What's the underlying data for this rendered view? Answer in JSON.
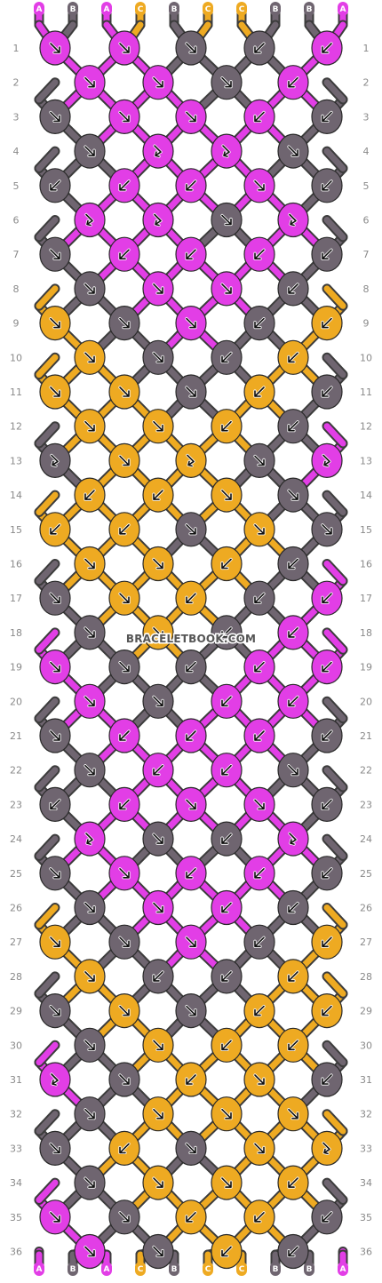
{
  "brand": "BRACELETBOOK.COM",
  "colors": {
    "A": "#e23ee6",
    "B": "#6f6570",
    "C": "#eeaa22"
  },
  "string_labels": [
    "A",
    "B",
    "A",
    "C",
    "B",
    "C",
    "C",
    "B",
    "B",
    "A"
  ],
  "row_numbers": [
    "1",
    "2",
    "3",
    "4",
    "5",
    "6",
    "7",
    "8",
    "9",
    "10",
    "11",
    "12",
    "13",
    "14",
    "15",
    "16",
    "17",
    "18",
    "19",
    "20",
    "21",
    "22",
    "23",
    "24",
    "25",
    "26",
    "27",
    "28",
    "29",
    "30",
    "31",
    "32",
    "33",
    "34",
    "35",
    "36"
  ],
  "knots": [
    [
      "A/se",
      "A/se",
      "B/se",
      "B/sw",
      "A/sw"
    ],
    [
      "A/se",
      "A/se",
      "B/se",
      "A/sw"
    ],
    [
      "B/se",
      "A/se",
      "A/se",
      "A/sw",
      "B/sw"
    ],
    [
      "B/se",
      "A/s",
      "A/s",
      "B/se"
    ],
    [
      "B/sw",
      "A/sw",
      "A/sw",
      "A/se",
      "B/sw"
    ],
    [
      "A/s",
      "A/s",
      "B/se",
      "A/s"
    ],
    [
      "B/se",
      "A/sw",
      "A/sw",
      "A/sw",
      "B/sw"
    ],
    [
      "B/se",
      "A/se",
      "A/se",
      "B/sw"
    ],
    [
      "C/se",
      "B/se",
      "A/se",
      "B/sw",
      "C/sw"
    ],
    [
      "C/se",
      "B/se",
      "B/sw",
      "C/sw"
    ],
    [
      "C/se",
      "C/se",
      "B/se",
      "C/sw",
      "B/sw"
    ],
    [
      "C/se",
      "C/se",
      "C/sw",
      "B/sw"
    ],
    [
      "B/s",
      "C/se",
      "C/s",
      "B/se",
      "A/s"
    ],
    [
      "C/sw",
      "C/sw",
      "C/se",
      "B/se"
    ],
    [
      "C/sw",
      "C/sw",
      "B/se",
      "C/se",
      "B/se"
    ],
    [
      "C/se",
      "C/se",
      "C/sw",
      "B/sw"
    ],
    [
      "B/se",
      "C/se",
      "C/sw",
      "B/sw",
      "A/sw"
    ],
    [
      "B/se",
      "C/se",
      "B/sw",
      "A/sw"
    ],
    [
      "A/se",
      "B/se",
      "B/sw",
      "A/sw",
      "A/sw"
    ],
    [
      "A/se",
      "B/se",
      "A/sw",
      "A/sw"
    ],
    [
      "B/se",
      "A/sw",
      "A/sw",
      "A/sw",
      "B/sw"
    ],
    [
      "B/se",
      "A/sw",
      "A/sw",
      "B/se"
    ],
    [
      "B/sw",
      "A/sw",
      "A/se",
      "A/se",
      "B/sw"
    ],
    [
      "A/s",
      "B/se",
      "B/sw",
      "A/s"
    ],
    [
      "B/se",
      "A/se",
      "A/sw",
      "A/sw",
      "B/sw"
    ],
    [
      "B/se",
      "A/se",
      "A/sw",
      "B/sw"
    ],
    [
      "C/se",
      "B/se",
      "A/se",
      "B/sw",
      "C/sw"
    ],
    [
      "C/se",
      "B/sw",
      "B/sw",
      "C/sw"
    ],
    [
      "B/se",
      "C/se",
      "B/se",
      "C/sw",
      "C/sw"
    ],
    [
      "B/se",
      "C/se",
      "C/sw",
      "C/sw"
    ],
    [
      "A/s",
      "B/se",
      "C/sw",
      "C/se",
      "B/sw"
    ],
    [
      "B/se",
      "C/se",
      "C/se",
      "C/se"
    ],
    [
      "B/se",
      "C/sw",
      "B/se",
      "C/se",
      "C/s"
    ],
    [
      "B/se",
      "C/se",
      "C/se",
      "C/sw"
    ],
    [
      "A/se",
      "B/se",
      "C/sw",
      "C/sw",
      "B/sw"
    ],
    [
      "A/se",
      "B/se",
      "C/sw",
      "B/sw"
    ]
  ]
}
